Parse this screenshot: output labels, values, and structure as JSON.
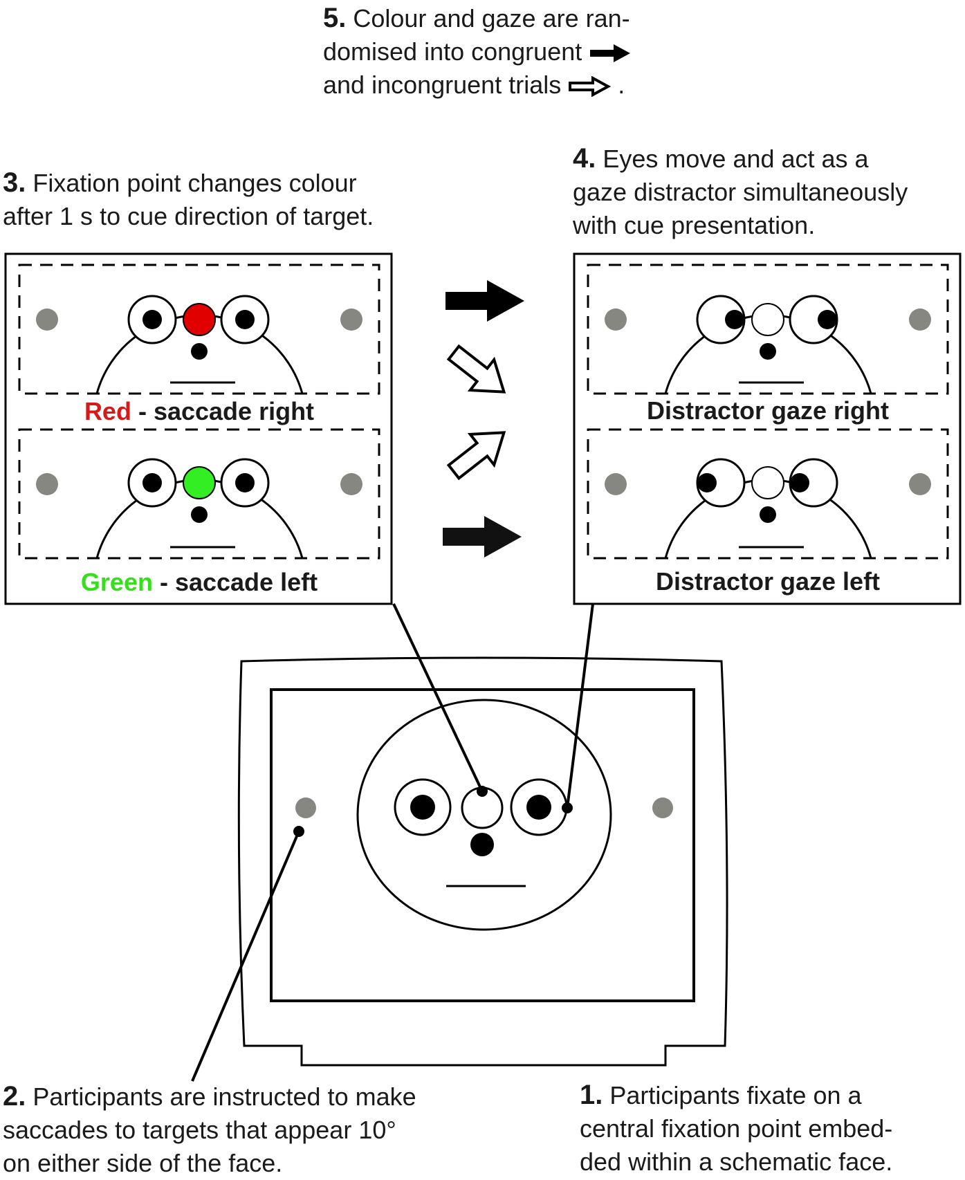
{
  "steps": {
    "step5": {
      "number": "5.",
      "lines": [
        "Colour and gaze are ran-",
        "domised into congruent",
        "and incongruent trials"
      ],
      "end": "."
    },
    "step3": {
      "number": "3.",
      "lines": [
        "Fixation point changes colour",
        "after 1 s to cue direction of target."
      ]
    },
    "step4": {
      "number": "4.",
      "lines": [
        "Eyes move and act as a",
        "gaze distractor simultaneously",
        "with cue presentation."
      ]
    },
    "step2": {
      "number": "2.",
      "lines": [
        "Participants are instructed to make",
        "saccades to targets that appear 10°",
        "on either side of the face."
      ]
    },
    "step1": {
      "number": "1.",
      "lines": [
        "Participants fixate on a",
        "central fixation point embed-",
        "ded within a schematic face."
      ]
    }
  },
  "captions": {
    "red_word": "Red",
    "red_rest": " - saccade right",
    "green_word": "Green",
    "green_rest": " - saccade left",
    "gaze_right": "Distractor gaze right",
    "gaze_left": "Distractor gaze left"
  },
  "colors": {
    "red_cue": "#e00000",
    "green_cue": "#33ee22",
    "target_grey": "#878781",
    "red_text": "#d61a1a",
    "green_text": "#33e01a"
  },
  "icons": [
    "filled-arrow-icon",
    "hollow-arrow-icon"
  ]
}
